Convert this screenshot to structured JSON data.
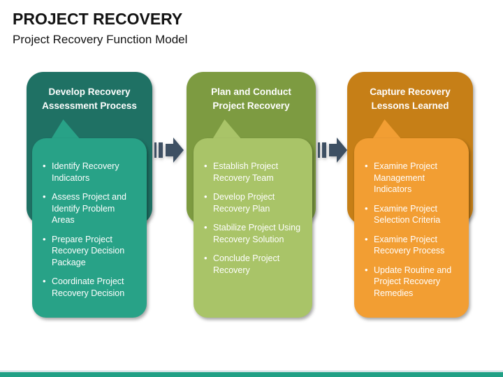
{
  "slide": {
    "title": "PROJECT RECOVERY",
    "subtitle": "Project Recovery Function Model"
  },
  "columns": [
    {
      "header": "Develop Recovery Assessment Process",
      "header_color": "#1F7164",
      "body_color": "#28A287",
      "items": [
        "Identify Recovery Indicators",
        "Assess Project and Identify Problem Areas",
        "Prepare Project Recovery Decision Package",
        "Coordinate Project Recovery Decision"
      ]
    },
    {
      "header": "Plan and Conduct Project Recovery",
      "header_color": "#7D9B41",
      "body_color": "#A9C468",
      "items": [
        "Establish Project Recovery Team",
        "Develop Project Recovery Plan",
        "Stabilize Project Using Recovery Solution",
        "Conclude Project Recovery"
      ]
    },
    {
      "header": "Capture Recovery Lessons Learned",
      "header_color": "#C67F17",
      "body_color": "#F29E33",
      "items": [
        "Examine Project Management Indicators",
        "Examine Project Selection Criteria",
        "Examine Project Recovery Process",
        "Update Routine and Project Recovery Remedies"
      ]
    }
  ],
  "colors": {
    "arrow": "#3E5063",
    "footer_bar": "#21A085",
    "text_on_boxes": "#ffffff",
    "title_text": "#121212"
  }
}
